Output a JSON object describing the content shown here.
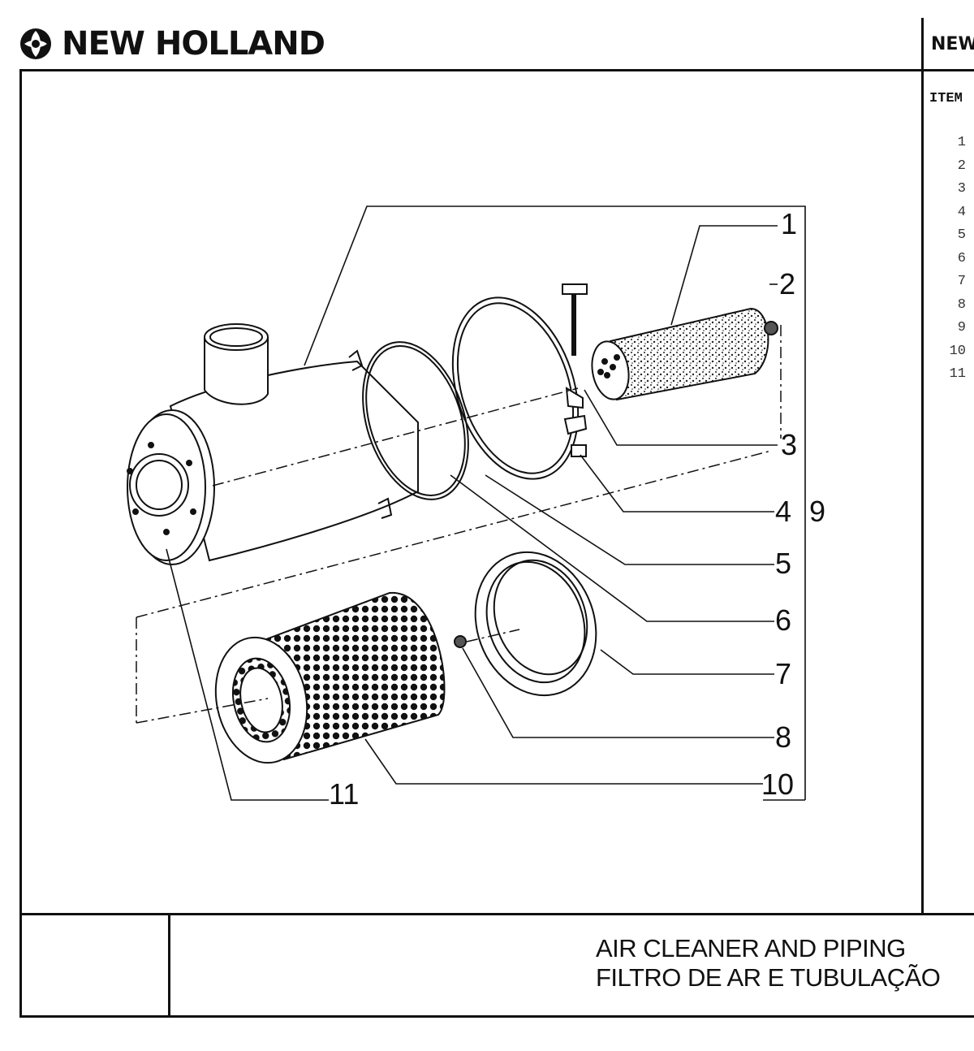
{
  "header": {
    "brand": "NEW HOLLAND",
    "brand_right": "NEW"
  },
  "parts_list": {
    "header": "ITEM",
    "items": [
      "1",
      "2",
      "3",
      "4",
      "5",
      "6",
      "7",
      "8",
      "9",
      "10",
      "11"
    ]
  },
  "diagram": {
    "callouts": {
      "c1": "1",
      "c2": "2",
      "c3": "3",
      "c4": "4",
      "c5": "5",
      "c6": "6",
      "c7": "7",
      "c8": "8",
      "c9": "9",
      "c10": "10",
      "c11": "11"
    }
  },
  "title_block": {
    "title_en": "AIR CLEANER AND PIPING",
    "title_pt": "FILTRO DE AR E TUBULAÇÃO"
  }
}
